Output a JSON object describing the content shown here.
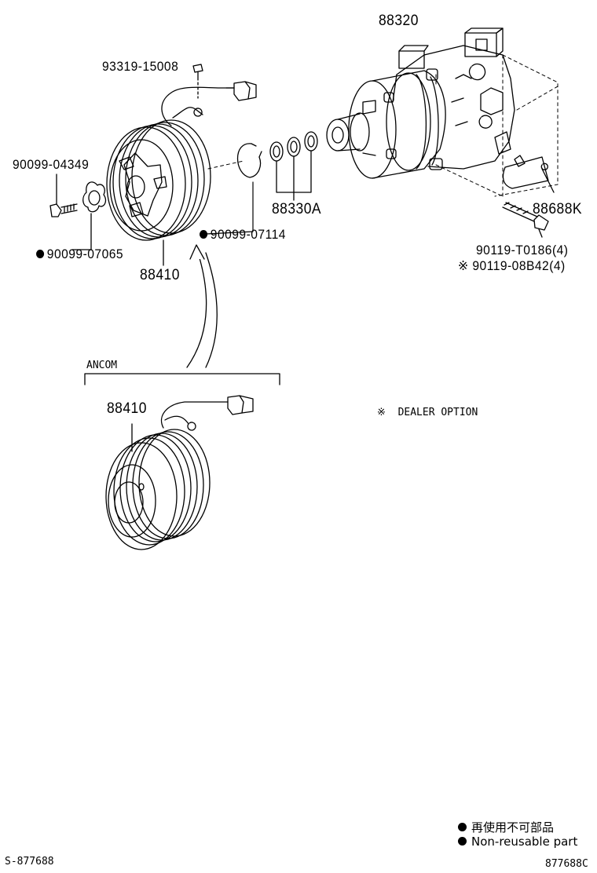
{
  "parts": {
    "p93319": "93319-15008",
    "p88320": "88320",
    "p90099_04349": "90099-04349",
    "p90099_07065": "90099-07065",
    "p90099_07114": "90099-07114",
    "p88330A": "88330A",
    "p88688K": "88688K",
    "p90119_T0186": "90119-T0186(4)",
    "p90119_08B42": "90119-08B42(4)",
    "p88410_top": "88410",
    "p88410_bottom": "88410"
  },
  "marks": {
    "dealer_option_symbol": "※",
    "non_reusable_symbol": "●"
  },
  "group_label": "ANCOM",
  "dealer_option_note": "DEALER OPTION",
  "legend": {
    "line1": "再使用不可部品",
    "line2": "Non-reusable part"
  },
  "footer": {
    "left_code": "S-877688",
    "right_code": "877688C"
  }
}
